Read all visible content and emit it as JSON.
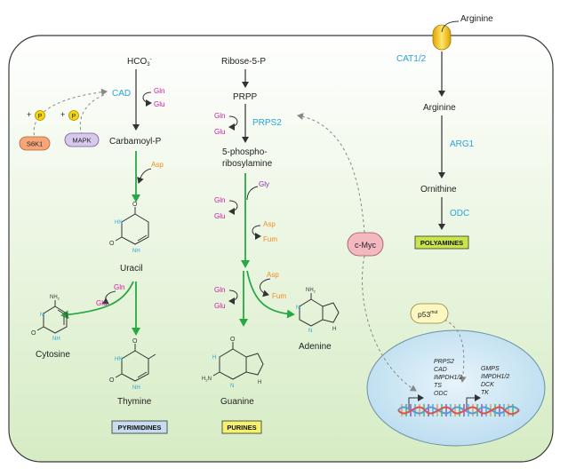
{
  "colors": {
    "cell_fill_top": "#ffffff",
    "cell_fill_bottom": "#d6ecc4",
    "cell_border": "#3a3a3a",
    "enzyme": "#29a3d9",
    "gln_glu": "#cc1aa0",
    "asp_fum": "#f28c1e",
    "gly": "#8a2fa8",
    "green_arrow": "#27a844",
    "phosphate": "#f4d60a",
    "label_pyrimidines": "#c7dcef",
    "label_purines": "#f4f070",
    "label_polyamines": "#c8e64a"
  },
  "pyrimidine": {
    "hco3": "HCO",
    "hco3_sub": "3",
    "hco3_sup": "-",
    "cad": "CAD",
    "gln": "Gln",
    "glu": "Glu",
    "carbamoyl": "Carbamoyl-P",
    "asp": "Asp",
    "uracil": "Uracil",
    "gln2": "Gln",
    "glu2": "Glu",
    "cytosine": "Cytosine",
    "thymine": "Thymine",
    "label": "PYRIMIDINES"
  },
  "signaling": {
    "s6k1": "S6K1",
    "mapk": "MAPK",
    "plus": "+",
    "p": "P",
    "cmyc": "c-Myc",
    "p53": "p53",
    "p53_sup": "mut"
  },
  "purine": {
    "ribose": "Ribose-5-P",
    "prpp": "PRPP",
    "prps2": "PRPS2",
    "gln": "Gln",
    "glu": "Glu",
    "psra1": "5-phospho-",
    "psra2": "ribosylamine",
    "gly": "Gly",
    "gln2": "Gln",
    "glu2": "Glu",
    "asp": "Asp",
    "fum": "Fum",
    "gln3": "Gln",
    "glu3": "Glu",
    "asp2": "Asp",
    "fum2": "Fum",
    "adenine": "Adenine",
    "guanine": "Guanine",
    "label": "PURINES"
  },
  "arginine": {
    "outer": "Arginine",
    "cat": "CAT1/2",
    "inner": "Arginine",
    "arg1": "ARG1",
    "ornithine": "Ornithine",
    "odc": "ODC",
    "label": "POLYAMINES"
  },
  "nucleus": {
    "genes_myc": [
      "PRPS2",
      "CAD",
      "IMPDH1/2",
      "TS",
      "ODC"
    ],
    "genes_p53": [
      "GMPS",
      "IMPDH1/2",
      "DCK",
      "TK"
    ]
  },
  "structures": {
    "o": "O",
    "hn": "HN",
    "n": "N",
    "h": "H",
    "nh": "NH",
    "nh2": "NH",
    "nh2_sub": "2",
    "h2n": "H",
    "h2n_sub": "2",
    "h2n_n": "N"
  }
}
